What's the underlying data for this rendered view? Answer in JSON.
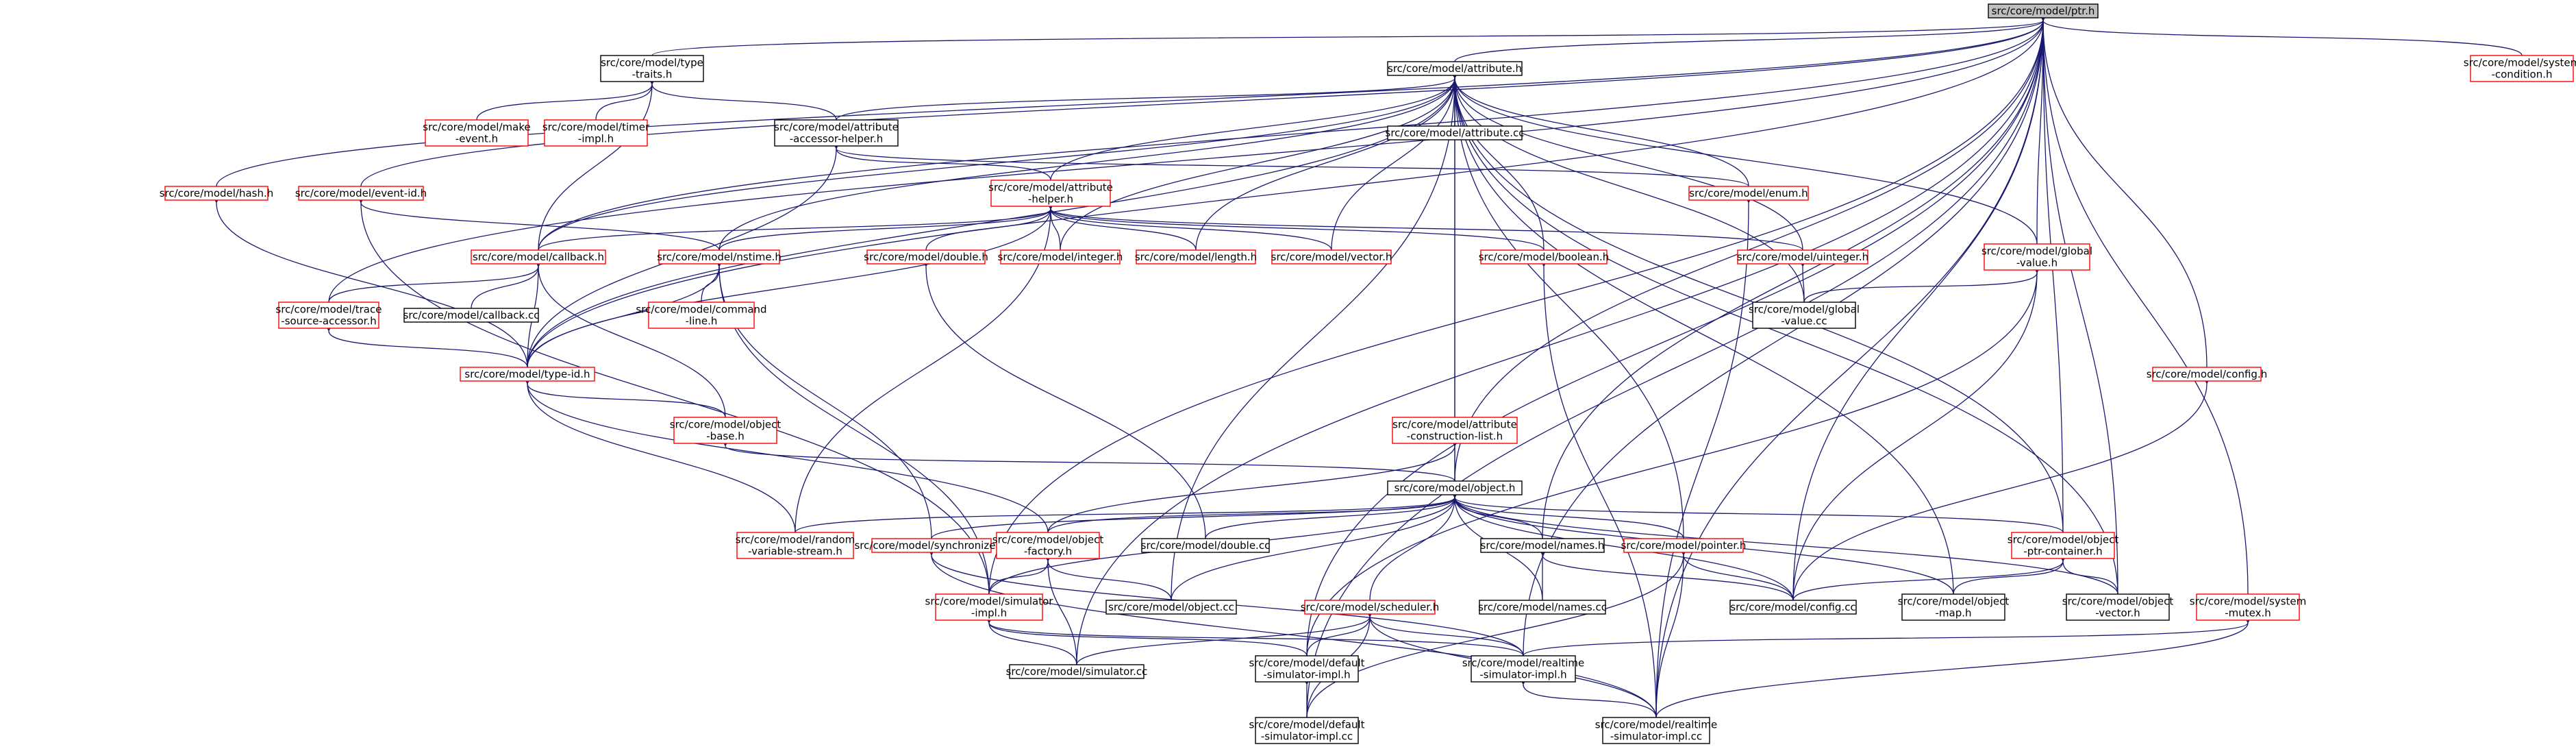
{
  "title": "src/core/model/ptr.h",
  "colors": {
    "edge": "#191970",
    "root_fill": "#bfbfbf",
    "red_border": "#ff0000",
    "black_border": "#000000"
  },
  "nodes": {
    "ptr": {
      "lines": [
        "src/core/model/ptr.h"
      ],
      "style": "root"
    },
    "syscond": {
      "lines": [
        "src/core/model/system",
        "-condition.h"
      ],
      "style": "red"
    },
    "typetraits": {
      "lines": [
        "src/core/model/type",
        "-traits.h"
      ],
      "style": "black"
    },
    "attribute": {
      "lines": [
        "src/core/model/attribute.h"
      ],
      "style": "black"
    },
    "makeevent": {
      "lines": [
        "src/core/model/make",
        "-event.h"
      ],
      "style": "red"
    },
    "timerimpl": {
      "lines": [
        "src/core/model/timer",
        "-impl.h"
      ],
      "style": "red"
    },
    "accessorhelper": {
      "lines": [
        "src/core/model/attribute",
        "-accessor-helper.h"
      ],
      "style": "black"
    },
    "attributecc": {
      "lines": [
        "src/core/model/attribute.cc"
      ],
      "style": "black"
    },
    "hash": {
      "lines": [
        "src/core/model/hash.h"
      ],
      "style": "red"
    },
    "eventid": {
      "lines": [
        "src/core/model/event-id.h"
      ],
      "style": "red"
    },
    "attrhelper": {
      "lines": [
        "src/core/model/attribute",
        "-helper.h"
      ],
      "style": "red"
    },
    "enum": {
      "lines": [
        "src/core/model/enum.h"
      ],
      "style": "red"
    },
    "callback": {
      "lines": [
        "src/core/model/callback.h"
      ],
      "style": "red"
    },
    "nstime": {
      "lines": [
        "src/core/model/nstime.h"
      ],
      "style": "red"
    },
    "double": {
      "lines": [
        "src/core/model/double.h"
      ],
      "style": "red"
    },
    "integer": {
      "lines": [
        "src/core/model/integer.h"
      ],
      "style": "red"
    },
    "length": {
      "lines": [
        "src/core/model/length.h"
      ],
      "style": "red"
    },
    "vector": {
      "lines": [
        "src/core/model/vector.h"
      ],
      "style": "red"
    },
    "boolean": {
      "lines": [
        "src/core/model/boolean.h"
      ],
      "style": "red"
    },
    "uinteger": {
      "lines": [
        "src/core/model/uinteger.h"
      ],
      "style": "red"
    },
    "globalvalue": {
      "lines": [
        "src/core/model/global",
        "-value.h"
      ],
      "style": "red"
    },
    "globalvaluecc": {
      "lines": [
        "src/core/model/global",
        "-value.cc"
      ],
      "style": "black"
    },
    "trace": {
      "lines": [
        "src/core/model/trace",
        "-source-accessor.h"
      ],
      "style": "red"
    },
    "callbackcc": {
      "lines": [
        "src/core/model/callback.cc"
      ],
      "style": "black"
    },
    "commandline": {
      "lines": [
        "src/core/model/command",
        "-line.h"
      ],
      "style": "red"
    },
    "typeid": {
      "lines": [
        "src/core/model/type-id.h"
      ],
      "style": "red"
    },
    "config": {
      "lines": [
        "src/core/model/config.h"
      ],
      "style": "red"
    },
    "objectbase": {
      "lines": [
        "src/core/model/object",
        "-base.h"
      ],
      "style": "red"
    },
    "constructionlist": {
      "lines": [
        "src/core/model/attribute",
        "-construction-list.h"
      ],
      "style": "red"
    },
    "object": {
      "lines": [
        "src/core/model/object.h"
      ],
      "style": "black"
    },
    "random": {
      "lines": [
        "src/core/model/random",
        "-variable-stream.h"
      ],
      "style": "red"
    },
    "synchronizer": {
      "lines": [
        "src/core/model/synchronizer.h"
      ],
      "style": "red"
    },
    "objectfactory": {
      "lines": [
        "src/core/model/object",
        "-factory.h"
      ],
      "style": "red"
    },
    "doublecc": {
      "lines": [
        "src/core/model/double.cc"
      ],
      "style": "black"
    },
    "names": {
      "lines": [
        "src/core/model/names.h"
      ],
      "style": "black"
    },
    "pointer": {
      "lines": [
        "src/core/model/pointer.h"
      ],
      "style": "red"
    },
    "ptrcontainer": {
      "lines": [
        "src/core/model/object",
        "-ptr-container.h"
      ],
      "style": "red"
    },
    "simimpl": {
      "lines": [
        "src/core/model/simulator",
        "-impl.h"
      ],
      "style": "red"
    },
    "objectcc": {
      "lines": [
        "src/core/model/object.cc"
      ],
      "style": "black"
    },
    "scheduler": {
      "lines": [
        "src/core/model/scheduler.h"
      ],
      "style": "red"
    },
    "namescc": {
      "lines": [
        "src/core/model/names.cc"
      ],
      "style": "black"
    },
    "configcc": {
      "lines": [
        "src/core/model/config.cc"
      ],
      "style": "black"
    },
    "objectmap": {
      "lines": [
        "src/core/model/object",
        "-map.h"
      ],
      "style": "black"
    },
    "objectvector": {
      "lines": [
        "src/core/model/object",
        "-vector.h"
      ],
      "style": "black"
    },
    "sysmutex": {
      "lines": [
        "src/core/model/system",
        "-mutex.h"
      ],
      "style": "red"
    },
    "defaultimplh": {
      "lines": [
        "src/core/model/default",
        "-simulator-impl.h"
      ],
      "style": "black"
    },
    "realtimeimplh": {
      "lines": [
        "src/core/model/realtime",
        "-simulator-impl.h"
      ],
      "style": "black"
    },
    "simulatorcc": {
      "lines": [
        "src/core/model/simulator.cc"
      ],
      "style": "black"
    },
    "defaultimplcc": {
      "lines": [
        "src/core/model/default",
        "-simulator-impl.cc"
      ],
      "style": "black"
    },
    "realtimeimplcc": {
      "lines": [
        "src/core/model/realtime",
        "-simulator-impl.cc"
      ],
      "style": "black"
    }
  },
  "edges": [
    [
      "ptr",
      "syscond"
    ],
    [
      "ptr",
      "typetraits"
    ],
    [
      "ptr",
      "attribute"
    ],
    [
      "ptr",
      "hash"
    ],
    [
      "ptr",
      "eventid"
    ],
    [
      "ptr",
      "callback"
    ],
    [
      "ptr",
      "trace"
    ],
    [
      "ptr",
      "typeid"
    ],
    [
      "ptr",
      "globalvalue"
    ],
    [
      "ptr",
      "object"
    ],
    [
      "ptr",
      "names"
    ],
    [
      "ptr",
      "config"
    ],
    [
      "ptr",
      "ptrcontainer"
    ],
    [
      "ptr",
      "configcc"
    ],
    [
      "ptr",
      "objectvector"
    ],
    [
      "ptr",
      "sysmutex"
    ],
    [
      "ptr",
      "simimpl"
    ],
    [
      "ptr",
      "defaultimplh"
    ],
    [
      "ptr",
      "realtimeimplh"
    ],
    [
      "ptr",
      "simulatorcc"
    ],
    [
      "ptr",
      "defaultimplcc"
    ],
    [
      "ptr",
      "realtimeimplcc"
    ],
    [
      "typetraits",
      "makeevent"
    ],
    [
      "typetraits",
      "timerimpl"
    ],
    [
      "typetraits",
      "accessorhelper"
    ],
    [
      "typetraits",
      "callback"
    ],
    [
      "attribute",
      "accessorhelper"
    ],
    [
      "attribute",
      "attributecc"
    ],
    [
      "attribute",
      "attrhelper"
    ],
    [
      "attribute",
      "callback"
    ],
    [
      "attribute",
      "nstime"
    ],
    [
      "attribute",
      "integer"
    ],
    [
      "attribute",
      "length"
    ],
    [
      "attribute",
      "vector"
    ],
    [
      "attribute",
      "boolean"
    ],
    [
      "attribute",
      "enum"
    ],
    [
      "attribute",
      "uinteger"
    ],
    [
      "attribute",
      "globalvalue"
    ],
    [
      "attribute",
      "globalvaluecc"
    ],
    [
      "attribute",
      "typeid"
    ],
    [
      "attribute",
      "constructionlist"
    ],
    [
      "attribute",
      "object"
    ],
    [
      "attribute",
      "pointer"
    ],
    [
      "attribute",
      "ptrcontainer"
    ],
    [
      "attribute",
      "objectmap"
    ],
    [
      "attribute",
      "objectvector"
    ],
    [
      "attribute",
      "objectcc"
    ],
    [
      "accessorhelper",
      "attrhelper"
    ],
    [
      "accessorhelper",
      "enum"
    ],
    [
      "accessorhelper",
      "typeid"
    ],
    [
      "attrhelper",
      "callback"
    ],
    [
      "attrhelper",
      "nstime"
    ],
    [
      "attrhelper",
      "double"
    ],
    [
      "attrhelper",
      "integer"
    ],
    [
      "attrhelper",
      "length"
    ],
    [
      "attrhelper",
      "vector"
    ],
    [
      "attrhelper",
      "boolean"
    ],
    [
      "attrhelper",
      "uinteger"
    ],
    [
      "attrhelper",
      "typeid"
    ],
    [
      "attrhelper",
      "random"
    ],
    [
      "hash",
      "typeid"
    ],
    [
      "eventid",
      "nstime"
    ],
    [
      "eventid",
      "simimpl"
    ],
    [
      "callback",
      "trace"
    ],
    [
      "callback",
      "callbackcc"
    ],
    [
      "callback",
      "typeid"
    ],
    [
      "callback",
      "objectbase"
    ],
    [
      "nstime",
      "commandline"
    ],
    [
      "nstime",
      "typeid"
    ],
    [
      "nstime",
      "synchronizer"
    ],
    [
      "nstime",
      "simimpl"
    ],
    [
      "trace",
      "typeid"
    ],
    [
      "typeid",
      "objectbase"
    ],
    [
      "typeid",
      "random"
    ],
    [
      "typeid",
      "objectfactory"
    ],
    [
      "double",
      "doublecc"
    ],
    [
      "enum",
      "realtimeimplcc"
    ],
    [
      "boolean",
      "realtimeimplcc"
    ],
    [
      "uinteger",
      "globalvaluecc"
    ],
    [
      "globalvalue",
      "globalvaluecc"
    ],
    [
      "globalvalue",
      "configcc"
    ],
    [
      "globalvalue",
      "defaultimplh"
    ],
    [
      "config",
      "configcc"
    ],
    [
      "objectbase",
      "object"
    ],
    [
      "constructionlist",
      "object"
    ],
    [
      "constructionlist",
      "objectfactory"
    ],
    [
      "object",
      "random"
    ],
    [
      "object",
      "synchronizer"
    ],
    [
      "object",
      "objectfactory"
    ],
    [
      "object",
      "doublecc"
    ],
    [
      "object",
      "names"
    ],
    [
      "object",
      "pointer"
    ],
    [
      "object",
      "ptrcontainer"
    ],
    [
      "object",
      "simimpl"
    ],
    [
      "object",
      "objectcc"
    ],
    [
      "object",
      "scheduler"
    ],
    [
      "object",
      "namescc"
    ],
    [
      "object",
      "configcc"
    ],
    [
      "object",
      "objectmap"
    ],
    [
      "object",
      "objectvector"
    ],
    [
      "objectfactory",
      "simimpl"
    ],
    [
      "objectfactory",
      "objectcc"
    ],
    [
      "objectfactory",
      "simulatorcc"
    ],
    [
      "synchronizer",
      "realtimeimplh"
    ],
    [
      "synchronizer",
      "realtimeimplcc"
    ],
    [
      "names",
      "namescc"
    ],
    [
      "names",
      "configcc"
    ],
    [
      "pointer",
      "configcc"
    ],
    [
      "pointer",
      "defaultimplcc"
    ],
    [
      "pointer",
      "realtimeimplcc"
    ],
    [
      "ptrcontainer",
      "configcc"
    ],
    [
      "ptrcontainer",
      "objectmap"
    ],
    [
      "ptrcontainer",
      "objectvector"
    ],
    [
      "simimpl",
      "simulatorcc"
    ],
    [
      "simimpl",
      "defaultimplh"
    ],
    [
      "simimpl",
      "realtimeimplh"
    ],
    [
      "scheduler",
      "simulatorcc"
    ],
    [
      "scheduler",
      "defaultimplh"
    ],
    [
      "scheduler",
      "realtimeimplh"
    ],
    [
      "scheduler",
      "defaultimplcc"
    ],
    [
      "scheduler",
      "realtimeimplcc"
    ],
    [
      "sysmutex",
      "realtimeimplh"
    ],
    [
      "sysmutex",
      "realtimeimplcc"
    ],
    [
      "defaultimplh",
      "defaultimplcc"
    ],
    [
      "realtimeimplh",
      "realtimeimplcc"
    ]
  ]
}
